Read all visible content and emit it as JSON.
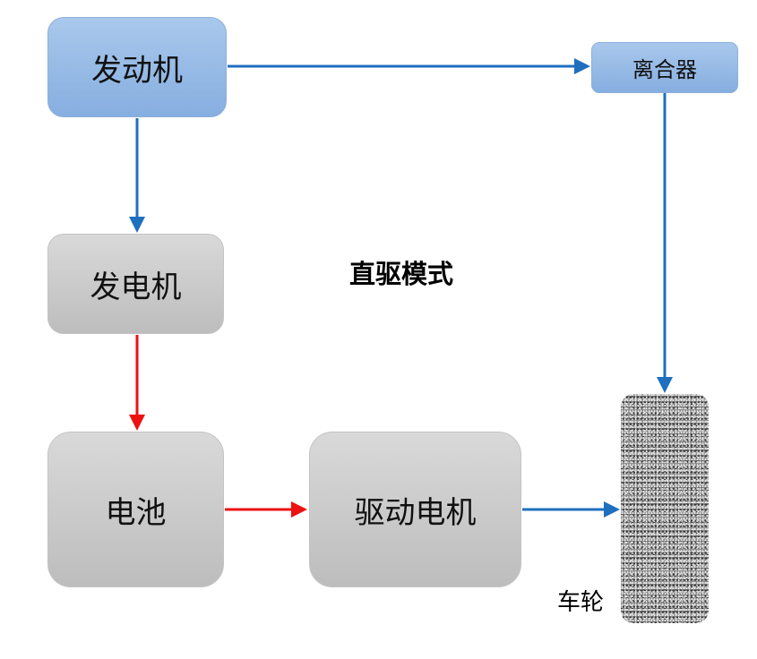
{
  "nodes": {
    "engine": "发动机",
    "clutch": "离合器",
    "generator": "发电机",
    "battery": "电池",
    "motor": "驱动电机",
    "wheel": "车轮"
  },
  "mode_label": "直驱模式",
  "colors": {
    "mechanical_path": "#1f6fbf",
    "electric_path": "#ee1111",
    "blue_box": "#95b8e4",
    "gray_box": "#cacaca"
  }
}
